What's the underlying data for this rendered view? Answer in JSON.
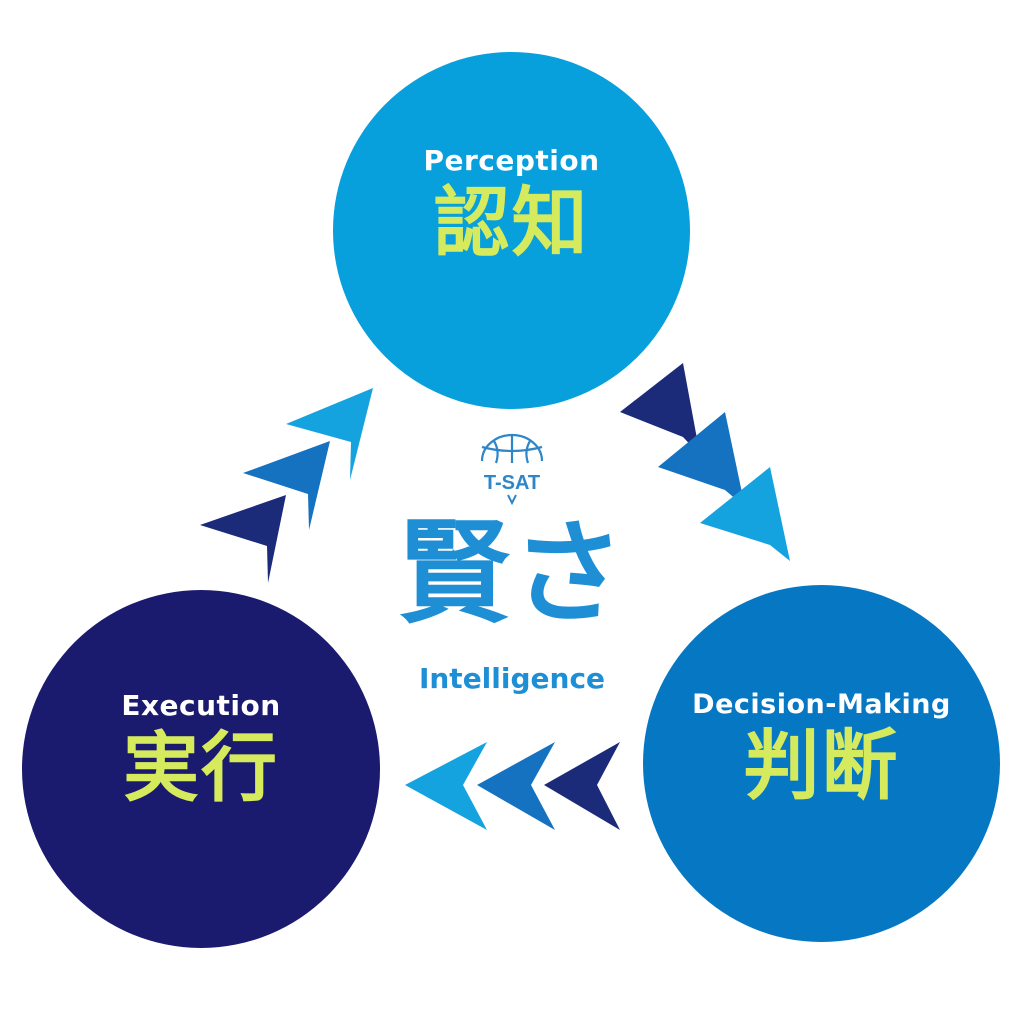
{
  "colors": {
    "perception": "#079fdc",
    "decision": "#0677c2",
    "execution": "#1a1a6f",
    "accent_text": "#d6ea5e",
    "center_text": "#1e8fd5",
    "arrow_dark": "#1c2a7a",
    "arrow_mid": "#1572c0",
    "arrow_light": "#15a3e0"
  },
  "nodes": {
    "perception": {
      "en": "Perception",
      "jp": "認知"
    },
    "decision": {
      "en": "Decision-Making",
      "jp": "判断"
    },
    "execution": {
      "en": "Execution",
      "jp": "実行"
    }
  },
  "center": {
    "logo_text": "T-SAT",
    "title": "賢さ",
    "subtitle": "Intelligence"
  },
  "icons": {
    "logo": "basketball-icon",
    "arrows": "chevron-arrow-icon"
  }
}
